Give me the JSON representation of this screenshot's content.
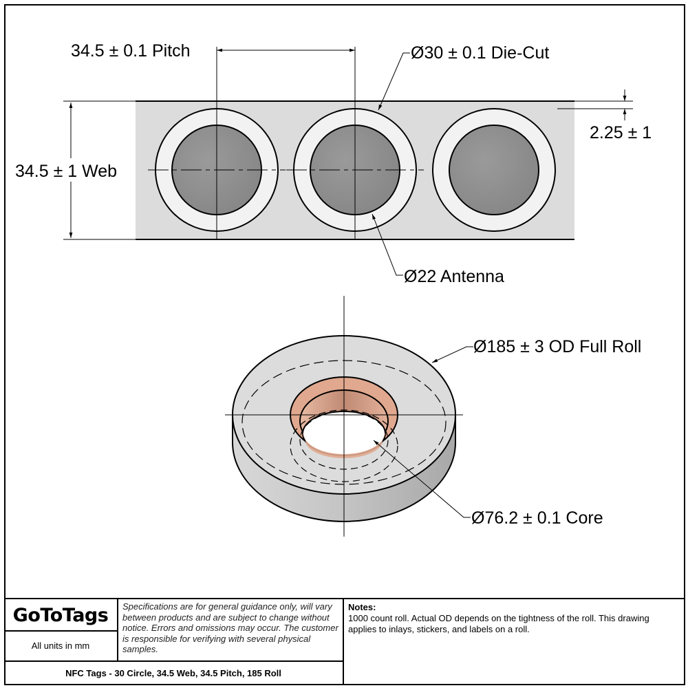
{
  "drawing": {
    "pitch_label": "34.5 ± 0.1 Pitch",
    "diecut_label": "Ø30 ± 0.1 Die-Cut",
    "gap_label": "2.25 ± 1",
    "web_label": "34.5 ± 1 Web",
    "antenna_label": "Ø22 Antenna",
    "od_label": "Ø185 ± 3 OD Full Roll",
    "core_label": "Ø76.2 ± 0.1 Core",
    "colors": {
      "web": "#dcdcdc",
      "diecut": "#f2f2f2",
      "antenna": "#8c8c8c",
      "core": "#e0a88e"
    }
  },
  "title_block": {
    "brand": "GoToTags",
    "units": "All units in mm",
    "disclaimer": "Specifications are for general guidance only, will vary between products and are subject to change without notice. Errors and omissions may occur. The customer is responsible for verifying with several physical samples.",
    "title": "NFC Tags - 30 Circle, 34.5 Web, 34.5 Pitch, 185 Roll",
    "notes_heading": "Notes:",
    "notes_text": "1000 count roll.  Actual OD depends on the tightness of the roll.  This drawing applies to inlays, stickers, and labels on a roll."
  }
}
